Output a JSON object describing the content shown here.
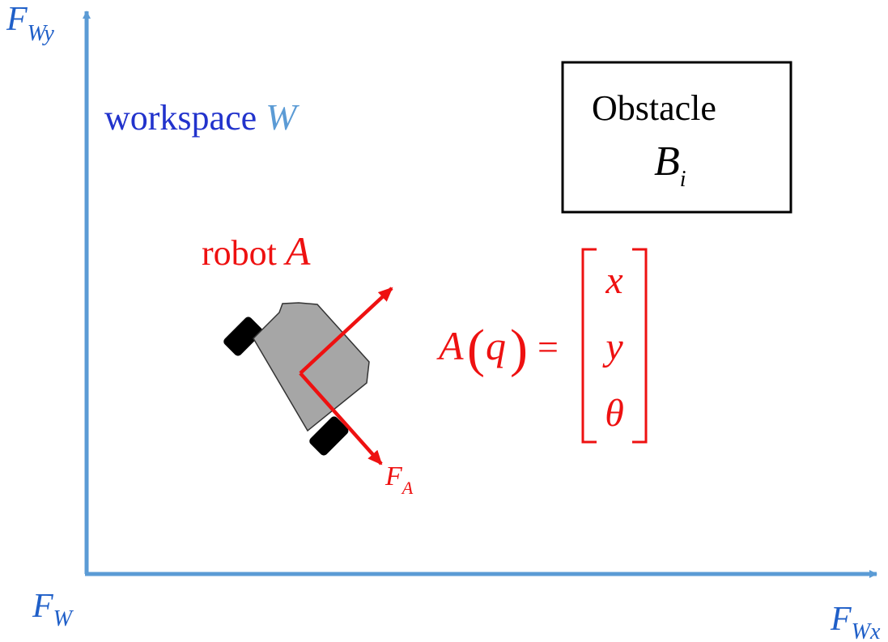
{
  "colors": {
    "axis": "#5b9bd5",
    "frame_label": "#1f5fc8",
    "workspace": "#2233cc",
    "robot": "#ee1111",
    "robot_body": "#a6a6a6",
    "wheel": "#000000",
    "obstacle_border": "#000000"
  },
  "axes": {
    "y_label": {
      "main": "F",
      "sub": "Wy"
    },
    "x_label": {
      "main": "F",
      "sub": "Wx"
    },
    "origin_label": {
      "main": "F",
      "sub": "W"
    }
  },
  "workspace": {
    "text": "workspace ",
    "symbol": "W"
  },
  "obstacle": {
    "title": "Obstacle",
    "symbol": "B",
    "sub": "i"
  },
  "robot": {
    "text": "robot ",
    "symbol": "A"
  },
  "robot_frame": {
    "main": "F",
    "sub": "A"
  },
  "equation": {
    "lhs_symbol": "A",
    "lparen": "(",
    "arg": "q",
    "rparen": ")",
    "equals": "=",
    "vector": [
      "x",
      "y",
      "θ"
    ]
  }
}
